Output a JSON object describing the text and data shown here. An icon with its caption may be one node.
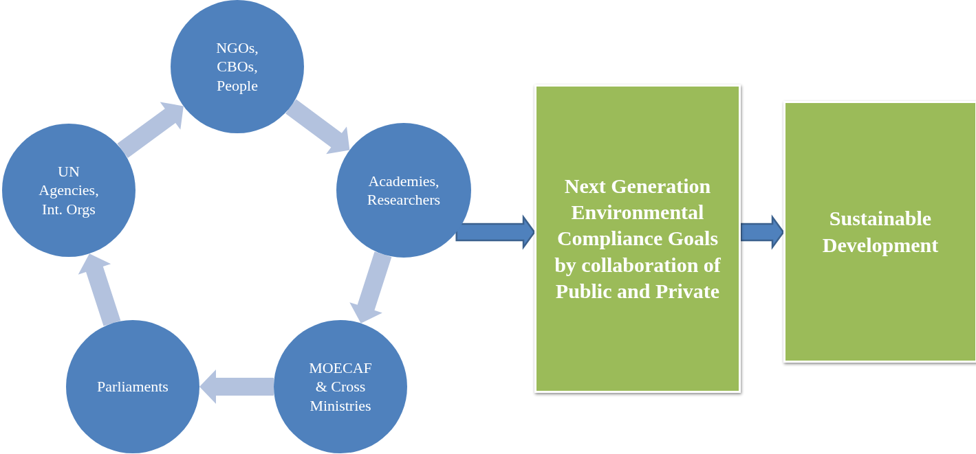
{
  "diagram": {
    "nodes": [
      {
        "text": [
          "NGOs, CBOs, People"
        ]
      },
      {
        "text": [
          "Academies, Researchers"
        ]
      },
      {
        "text": [
          "MOECAF & Cross Ministries"
        ]
      },
      {
        "text": [
          "Parliaments"
        ]
      },
      {
        "text": [
          "UN Agencies, Int. Orgs"
        ]
      },
      {
        "text": [
          "Next Generation Environmental Compliance Goals by collaboration of Public and Private"
        ]
      },
      {
        "text": [
          "Sustainable Development"
        ]
      }
    ],
    "edges": [
      {
        "from": 4,
        "to": 0,
        "arrow": "to",
        "style": "thick"
      },
      {
        "from": 0,
        "to": 1,
        "arrow": "to",
        "style": "thick"
      },
      {
        "from": 1,
        "to": 2,
        "arrow": "to",
        "style": "thick"
      },
      {
        "from": 2,
        "to": 3,
        "arrow": "to",
        "style": "thick"
      },
      {
        "from": 3,
        "to": 4,
        "arrow": "to",
        "style": "thick"
      },
      {
        "from": 1,
        "to": 5,
        "arrow": "to",
        "style": "thick",
        "color": "#4f81bd"
      },
      {
        "from": 5,
        "to": 6,
        "arrow": "to",
        "style": "thick",
        "color": "#4f81bd"
      }
    ]
  }
}
